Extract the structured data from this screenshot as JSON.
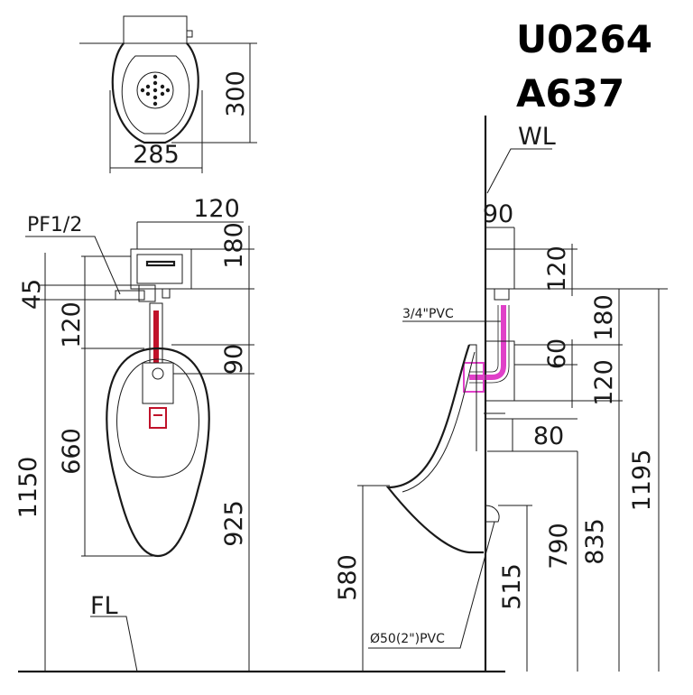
{
  "model": {
    "line1": "U0264",
    "line2": "A637"
  },
  "labels": {
    "wall_line": "WL",
    "floor_line": "FL",
    "inlet_thread": "PF1/2",
    "inlet_pipe": "3/4\"PVC",
    "outlet_pipe": "Ø50(2\")PVC"
  },
  "plan_view": {
    "width": "285",
    "depth": "300"
  },
  "front_view": {
    "dims": {
      "d120": "120",
      "d180": "180",
      "d45": "45",
      "d120b": "120",
      "d90": "90",
      "d660": "660",
      "d1150": "1150",
      "d925": "925"
    }
  },
  "side_view": {
    "dims": {
      "d90": "90",
      "d120": "120",
      "d180": "180",
      "d60": "60",
      "d120b": "120",
      "d80": "80",
      "d1195": "1195",
      "d835": "835",
      "d790": "790",
      "d580": "580",
      "d515": "515"
    }
  },
  "colors": {
    "line": "#1a1a1a",
    "pipe_red": "#c0122a",
    "pipe_pink": "#e040c8"
  }
}
